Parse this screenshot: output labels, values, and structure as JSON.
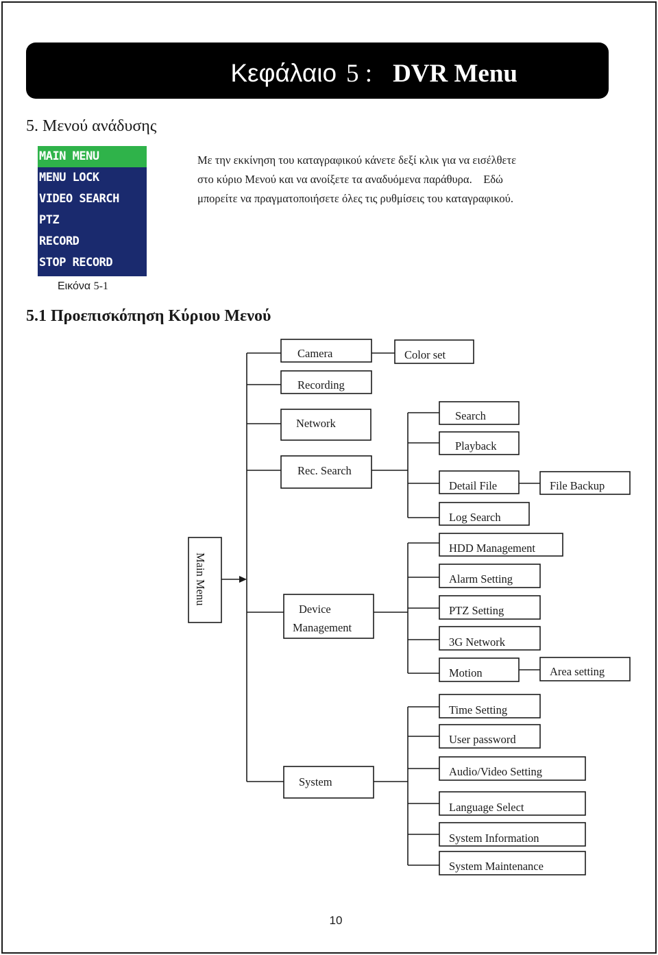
{
  "header": {
    "chapter_word": "Κεφάλαιο",
    "chapter_number": "5 :",
    "chapter_title": "DVR Menu"
  },
  "section_heading": "5. Μενού ανάδυσης",
  "menu_screenshot": {
    "items": [
      "MAIN MENU",
      "MENU LOCK",
      "VIDEO SEARCH",
      "PTZ",
      "RECORD",
      "STOP RECORD"
    ],
    "highlighted_index": 0,
    "background_color": "#1a2a6e",
    "highlight_color": "#2fb34a"
  },
  "intro_text": "Με την εκκίνηση του καταγραφικού κάνετε δεξί κλικ για να εισέλθετε στο κύριο Μενού και να ανοίξετε τα αναδυόμενα παράθυρα. Εδώ μπορείτε να πραγματοποιήσετε όλες τις ρυθμίσεις του καταγραφικού.",
  "intro_lines": [
    "Με την εκκίνηση του καταγραφικού κάνετε δεξί κλικ για να εισέλθετε",
    "στο κύριο Μενού και να ανοίξετε τα αναδυόμενα παράθυρα.    Εδώ",
    "μπορείτε να πραγματοποιήσετε όλες τις ρυθμίσεις του καταγραφικού."
  ],
  "figure_caption": {
    "word": "Εικόνα",
    "number": "5-1"
  },
  "subsection_heading": "5.1 Προεπισκόπηση Κύριου Μενού",
  "diagram": {
    "root": "Main Menu",
    "level1": {
      "camera": "Camera",
      "recording": "Recording",
      "network": "Network",
      "rec_search": "Rec. Search",
      "device_management_line1": "Device",
      "device_management_line2": "Management",
      "system": "System"
    },
    "camera_children": {
      "color_set": "Color set"
    },
    "rec_search_children": {
      "search": "Search",
      "playback": "Playback",
      "detail_file": "Detail File",
      "log_search": "Log Search"
    },
    "detail_file_children": {
      "file_backup": "File Backup"
    },
    "device_management_children": {
      "hdd_management": "HDD Management",
      "alarm_setting": "Alarm Setting",
      "ptz_setting": "PTZ Setting",
      "network_3g": "3G Network",
      "motion": "Motion"
    },
    "motion_children": {
      "area_setting": "Area setting"
    },
    "system_children": {
      "time_setting": "Time Setting",
      "user_password": "User password",
      "audio_video_setting": "Audio/Video Setting",
      "language_select": "Language Select",
      "system_information": "System Information",
      "system_maintenance": "System Maintenance"
    }
  },
  "page_number": "10"
}
